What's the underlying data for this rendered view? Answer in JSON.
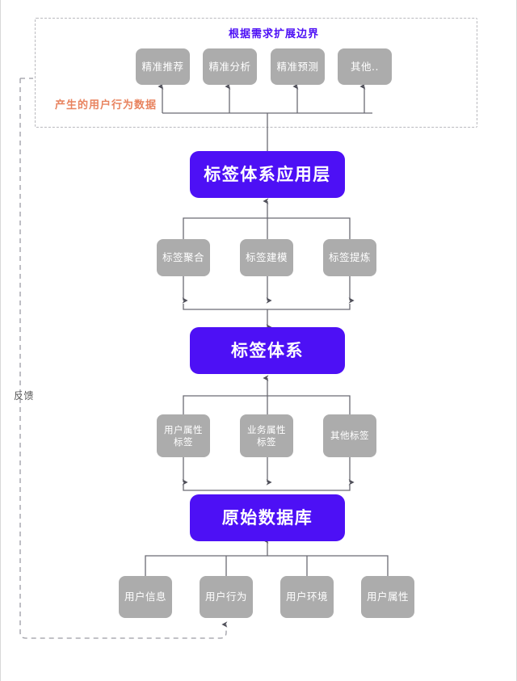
{
  "diagram": {
    "title_boundary": "根据需求扩展边界",
    "label_behavior_data": "产生的用户行为数据",
    "label_feedback": "反馈",
    "colors": {
      "purple": "#4d10f5",
      "gray": "#acacac",
      "orange": "#e8835f",
      "connector": "#6b6b73",
      "dashed": "#b9b9be"
    },
    "application_row": [
      {
        "label": "精准推荐"
      },
      {
        "label": "精准分析"
      },
      {
        "label": "精准预测"
      },
      {
        "label": "其他.."
      }
    ],
    "layer_application": {
      "label": "标签体系应用层"
    },
    "tag_process_row": [
      {
        "label": "标签聚合"
      },
      {
        "label": "标签建模"
      },
      {
        "label": "标签提炼"
      }
    ],
    "layer_tag_system": {
      "label": "标签体系"
    },
    "tag_type_row": [
      {
        "label": "用户属性\n标签"
      },
      {
        "label": "业务属性\n标签"
      },
      {
        "label": "其他标签"
      }
    ],
    "layer_database": {
      "label": "原始数据库"
    },
    "source_row": [
      {
        "label": "用户信息"
      },
      {
        "label": "用户行为"
      },
      {
        "label": "用户环境"
      },
      {
        "label": "用户属性"
      }
    ]
  }
}
